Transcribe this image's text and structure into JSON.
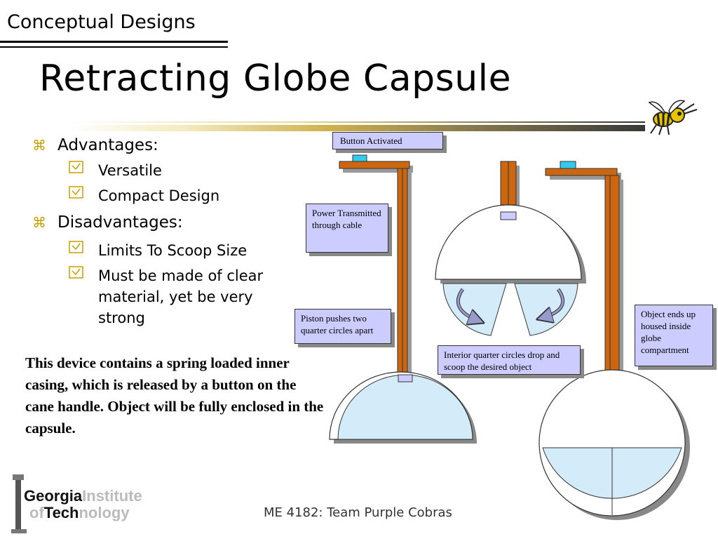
{
  "header": {
    "text": "Conceptual Designs"
  },
  "title": "Retracting Globe Capsule",
  "advantages": {
    "label": "Advantages:",
    "items": [
      "Versatile",
      "Compact Design"
    ]
  },
  "disadvantages": {
    "label": "Disadvantages:",
    "items": [
      "Limits To Scoop Size",
      "Must be made of clear material, yet be very strong"
    ]
  },
  "description": "This device contains a spring loaded inner casing, which is released by a button on the cane handle.  Object will be fully enclosed in the capsule.",
  "callouts": {
    "button": "Button Activated",
    "power": "Power Transmitted through cable",
    "piston": "Piston pushes two quarter circles apart",
    "interior": "Interior quarter circles drop and scoop the desired object",
    "object": "Object ends up housed inside globe compartment"
  },
  "logo": {
    "line1a": "Georgia",
    "line1b": "Institute",
    "line2a": "of",
    "line2b": "Tech",
    "line2c": "nology"
  },
  "footer": "ME 4182: Team Purple Cobras",
  "colors": {
    "rod": "#cc6611",
    "callout_bg": "#ccccff",
    "capsule_fill": "#d4ecfa",
    "button": "#33ccee",
    "bullet": "#c8a000"
  },
  "icons": {
    "level1_bullet": "command-key-icon",
    "level2_bullet": "checkbox-check-icon",
    "mascot": "yellow-jacket-icon"
  }
}
